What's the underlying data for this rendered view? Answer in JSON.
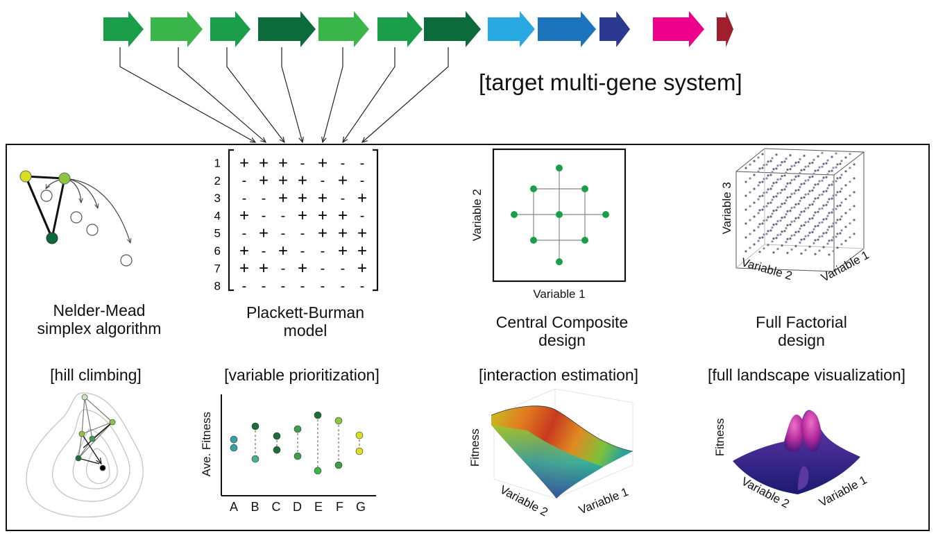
{
  "header": {
    "system_label": "[target multi-gene system]",
    "genes": [
      {
        "color": "#1a9e4a"
      },
      {
        "color": "#3ab54a"
      },
      {
        "color": "#1a9e4a"
      },
      {
        "color": "#0b6b3a"
      },
      {
        "color": "#3ab54a"
      },
      {
        "color": "#1a9e4a"
      },
      {
        "color": "#0b6b3a"
      },
      {
        "color": "#29a9e1"
      },
      {
        "color": "#1c75bc"
      },
      {
        "color": "#2b3990"
      },
      {
        "color": "#ec008c"
      },
      {
        "color": "#9e1f2d"
      }
    ]
  },
  "panels": {
    "nelder_mead": {
      "title_line1": "Nelder-Mead",
      "title_line2": "simplex algorithm",
      "tag": "[hill climbing]"
    },
    "plackett_burman": {
      "title_line1": "Plackett-Burman",
      "title_line2": "model",
      "tag": "[variable prioritization]",
      "row_numbers": [
        "1",
        "2",
        "3",
        "4",
        "5",
        "6",
        "7",
        "8"
      ],
      "matrix": [
        [
          "+",
          "+",
          "+",
          "-",
          "+",
          "-",
          "-"
        ],
        [
          "-",
          "+",
          "+",
          "+",
          "-",
          "+",
          "-"
        ],
        [
          "-",
          "-",
          "+",
          "+",
          "+",
          "-",
          "+"
        ],
        [
          "+",
          "-",
          "-",
          "+",
          "+",
          "+",
          "-"
        ],
        [
          "-",
          "+",
          "-",
          "-",
          "+",
          "+",
          "+"
        ],
        [
          "+",
          "-",
          "+",
          "-",
          "-",
          "+",
          "+"
        ],
        [
          "+",
          "+",
          "-",
          "+",
          "-",
          "-",
          "+"
        ],
        [
          "-",
          "-",
          "-",
          "-",
          "-",
          "-",
          "-"
        ]
      ],
      "chart": {
        "ylabel": "Ave. Fitness",
        "categories": [
          "A",
          "B",
          "C",
          "D",
          "E",
          "F",
          "G"
        ]
      }
    },
    "central_composite": {
      "title_line1": "Central Composite",
      "title_line2": "design",
      "tag": "[interaction estimation]",
      "xlabel": "Variable 1",
      "ylabel": "Variable 2",
      "surface": {
        "zlabel": "Fitness",
        "xlabel": "Variable 2",
        "ylabel": "Variable 1"
      }
    },
    "full_factorial": {
      "title_line1": "Full Factorial",
      "title_line2": "design",
      "tag": "[full landscape visualization]",
      "cube": {
        "label_v1": "Variable 1",
        "label_v2": "Variable 2",
        "label_v3": "Variable 3"
      },
      "surface": {
        "zlabel": "Fitness",
        "xlabel": "Variable 2",
        "ylabel": "Variable 1"
      }
    }
  }
}
